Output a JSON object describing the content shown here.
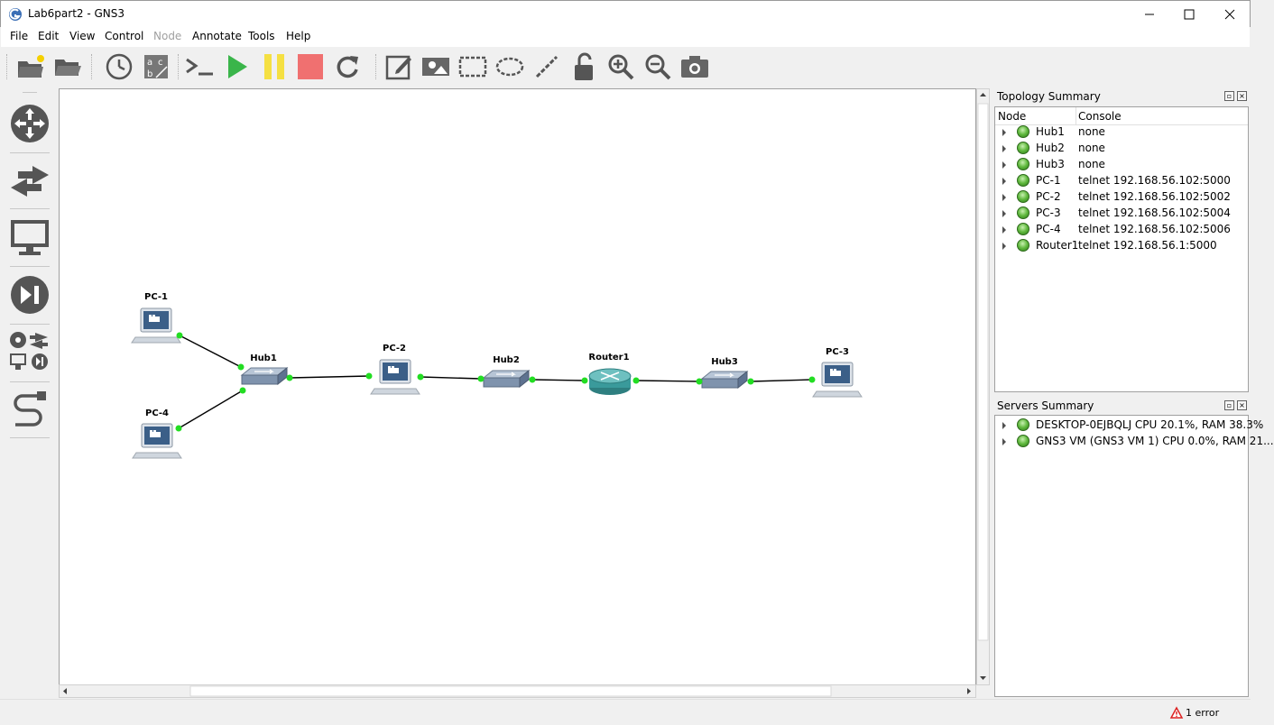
{
  "window": {
    "title": "Lab6part2 - GNS3"
  },
  "menu": {
    "file": "File",
    "edit": "Edit",
    "view": "View",
    "control": "Control",
    "node": "Node",
    "annotate": "Annotate",
    "tools": "Tools",
    "help": "Help"
  },
  "nodes": [
    {
      "name": "PC-1",
      "type": "pc"
    },
    {
      "name": "PC-4",
      "type": "pc"
    },
    {
      "name": "Hub1",
      "type": "hub"
    },
    {
      "name": "PC-2",
      "type": "pc"
    },
    {
      "name": "Hub2",
      "type": "hub"
    },
    {
      "name": "Router1",
      "type": "router"
    },
    {
      "name": "Hub3",
      "type": "hub"
    },
    {
      "name": "PC-3",
      "type": "pc"
    }
  ],
  "topology_summary": {
    "title": "Topology Summary",
    "col_node": "Node",
    "col_console": "Console",
    "rows": [
      {
        "node": "Hub1",
        "console": "none"
      },
      {
        "node": "Hub2",
        "console": "none"
      },
      {
        "node": "Hub3",
        "console": "none"
      },
      {
        "node": "PC-1",
        "console": "telnet 192.168.56.102:5000"
      },
      {
        "node": "PC-2",
        "console": "telnet 192.168.56.102:5002"
      },
      {
        "node": "PC-3",
        "console": "telnet 192.168.56.102:5004"
      },
      {
        "node": "PC-4",
        "console": "telnet 192.168.56.102:5006"
      },
      {
        "node": "Router1",
        "console": "telnet 192.168.56.1:5000"
      }
    ]
  },
  "servers_summary": {
    "title": "Servers Summary",
    "rows": [
      {
        "text": "DESKTOP-0EJBQLJ CPU 20.1%, RAM 38.3%"
      },
      {
        "text": "GNS3 VM (GNS3 VM 1) CPU 0.0%, RAM 21..."
      }
    ]
  },
  "status": {
    "errors": "1 error"
  },
  "colors": {
    "link_dot": "#22dd22",
    "status_ok": "#5fb83d",
    "play": "#3ab54a",
    "pause": "#f5e042",
    "stop": "#f07070"
  }
}
